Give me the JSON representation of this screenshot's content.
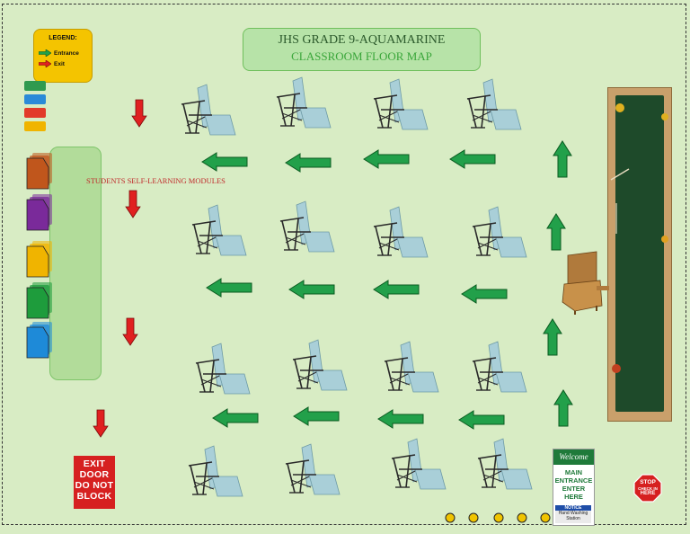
{
  "legend": {
    "title": "LEGEND:",
    "items": [
      {
        "label": "Entrance",
        "color": "#22a04a"
      },
      {
        "label": "Exit",
        "color": "#e02020"
      }
    ]
  },
  "title": {
    "line1": "JHS GRADE 9-AQUAMARINE",
    "line2": "CLASSROOM FLOOR MAP"
  },
  "shelf": {
    "label": "STUDENTS SELF-LEARNING MODULES",
    "module_colors": [
      "#c0561c",
      "#7a2a9a",
      "#f0b400",
      "#1e9c3c",
      "#1e8ad8"
    ]
  },
  "tag_colors": [
    "#2f9a4f",
    "#2a8ad8",
    "#e23a2a",
    "#f0b400"
  ],
  "signs": {
    "exit_lines": [
      "EXIT",
      "DOOR",
      "DO NOT",
      "BLOCK"
    ],
    "entrance_welcome": "Welcome",
    "entrance_lines": [
      "MAIN",
      "ENTRANCE",
      "ENTER HERE"
    ],
    "notice_title": "NOTICE",
    "notice_text": "Hand Washing Station",
    "stop_lines": [
      "STOP",
      "CHECK IN",
      "HERE"
    ]
  },
  "colors": {
    "floor": "#d8ecc4",
    "entrance_arrow": "#22a04a",
    "exit_arrow": "#e02020",
    "chalkboard": "#1e4a2a"
  }
}
